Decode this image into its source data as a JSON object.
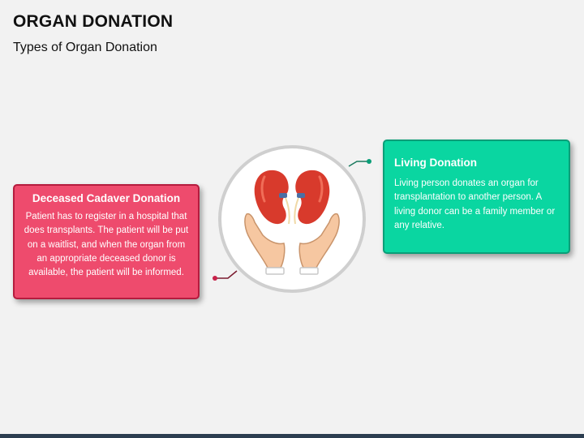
{
  "header": {
    "title": "ORGAN DONATION",
    "subtitle": "Types of Organ Donation"
  },
  "deceased": {
    "title": "Deceased Cadaver Donation",
    "body": "Patient has to register in a hospital that does transplants. The patient will be put on a waitlist, and when the organ from an appropriate deceased donor is available, the patient will be informed."
  },
  "living": {
    "title": "Living Donation",
    "body": "Living person donates an organ for transplantation to another person. A living donor can be a family member or any relative."
  },
  "center_icon": "kidneys-in-hands-icon",
  "colors": {
    "pink": "#ee4b6d",
    "green": "#0ad6a1",
    "kidney": "#d83a2c",
    "hand": "#f6c7a1"
  }
}
